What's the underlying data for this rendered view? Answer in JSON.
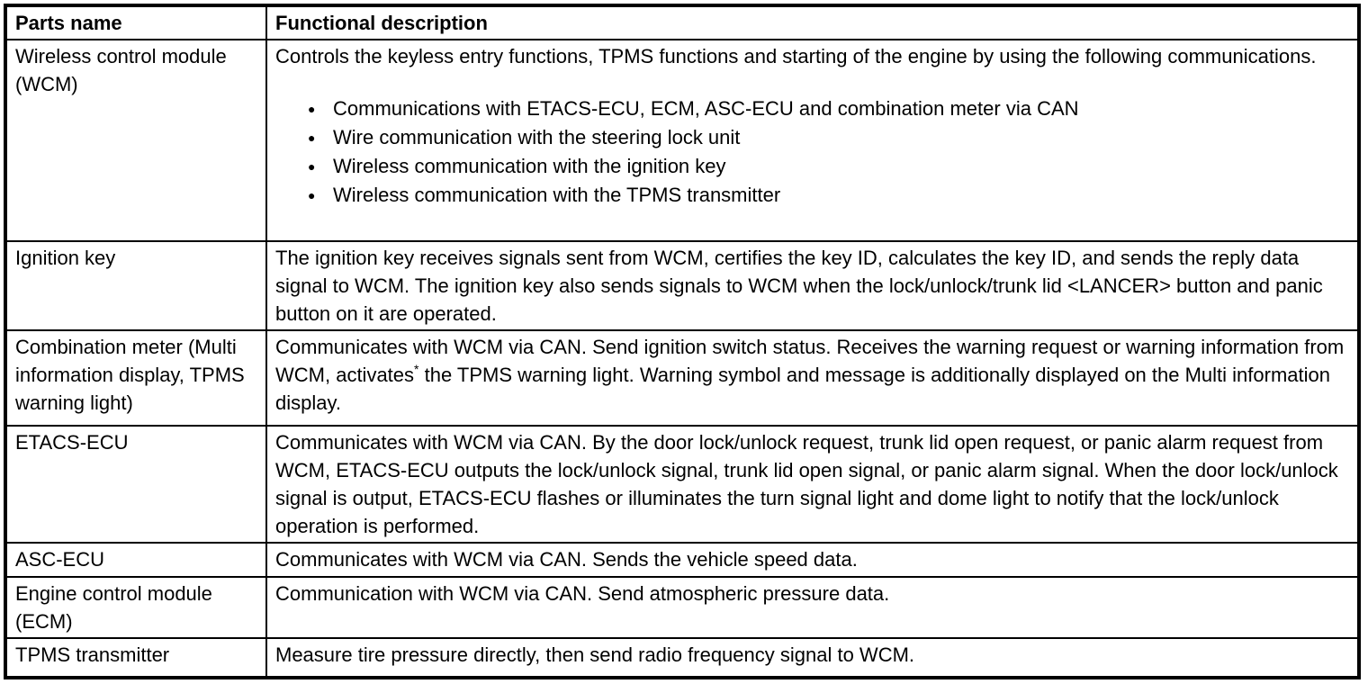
{
  "table": {
    "header": {
      "col1": "Parts name",
      "col2": "Functional description"
    },
    "rows": [
      {
        "part": "Wireless control module (WCM)",
        "description": "Controls the keyless entry functions, TPMS functions and starting of the engine by using the following communications.",
        "bullets": [
          "Communications with ETACS-ECU, ECM, ASC-ECU and combination meter via CAN",
          "Wire communication with the steering lock unit",
          "Wireless communication with the ignition key",
          "Wireless communication with the TPMS transmitter"
        ]
      },
      {
        "part": "Ignition key",
        "description": "The ignition key receives signals sent from WCM, certifies the key ID, calculates the key ID, and sends the reply data signal to WCM. The ignition key also sends signals to WCM when the lock/unlock/trunk lid <LANCER> button and panic button on it are operated."
      },
      {
        "part": "Combination meter (Multi information display, TPMS warning light)",
        "description_before_sup": "Communicates with WCM via CAN. Send ignition switch status. Receives the warning request or warning information from WCM, activates",
        "sup": "*",
        "description_after_sup": " the TPMS warning light. Warning symbol and message is additionally displayed on the Multi information display."
      },
      {
        "part": "ETACS-ECU",
        "description": "Communicates with WCM via CAN. By the door lock/unlock request, trunk lid open request, or panic alarm request from WCM, ETACS-ECU outputs the lock/unlock signal, trunk lid open signal, or panic alarm signal. When the door lock/unlock signal is output, ETACS-ECU flashes or illuminates the turn signal light and dome light to notify that the lock/unlock operation is performed."
      },
      {
        "part": "ASC-ECU",
        "description": "Communicates with WCM via CAN. Sends the vehicle speed data."
      },
      {
        "part": "Engine control module (ECM)",
        "description": "Communication with WCM via CAN. Send atmospheric pressure data."
      },
      {
        "part": "TPMS transmitter",
        "description": "Measure tire pressure directly, then send radio frequency signal to WCM."
      }
    ],
    "bullet_glyph": "●",
    "colors": {
      "text": "#000000",
      "border": "#000000",
      "background": "#ffffff"
    }
  }
}
